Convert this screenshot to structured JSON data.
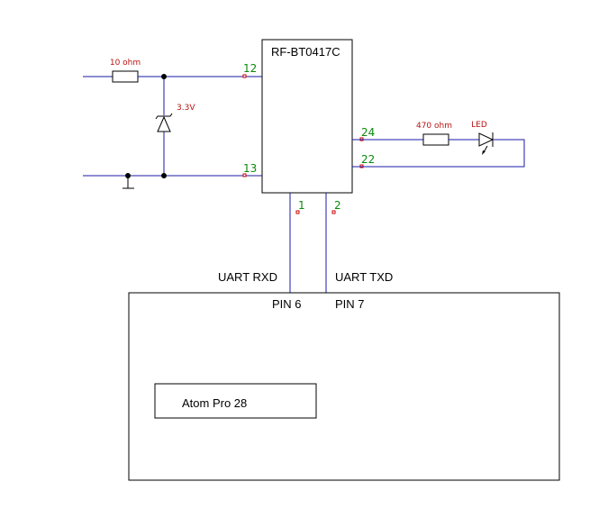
{
  "module": {
    "name": "RF-BT0417C"
  },
  "mcu": {
    "name": "Atom Pro 28",
    "pin_rx": "PIN 6",
    "pin_tx": "PIN 7"
  },
  "signals": {
    "rx": "UART RXD",
    "tx": "UART TXD"
  },
  "components": {
    "input_resistor": "10 ohm",
    "zener": "3.3V",
    "led_resistor": "470 ohm",
    "led": "LED"
  },
  "pins": {
    "p12": "12",
    "p13": "13",
    "p24": "24",
    "p22": "22",
    "p1": "1",
    "p2": "2"
  },
  "colors": {
    "wire": "#1a1aa8",
    "component_label": "#b81414",
    "pin_number": "#0a8a0a"
  }
}
